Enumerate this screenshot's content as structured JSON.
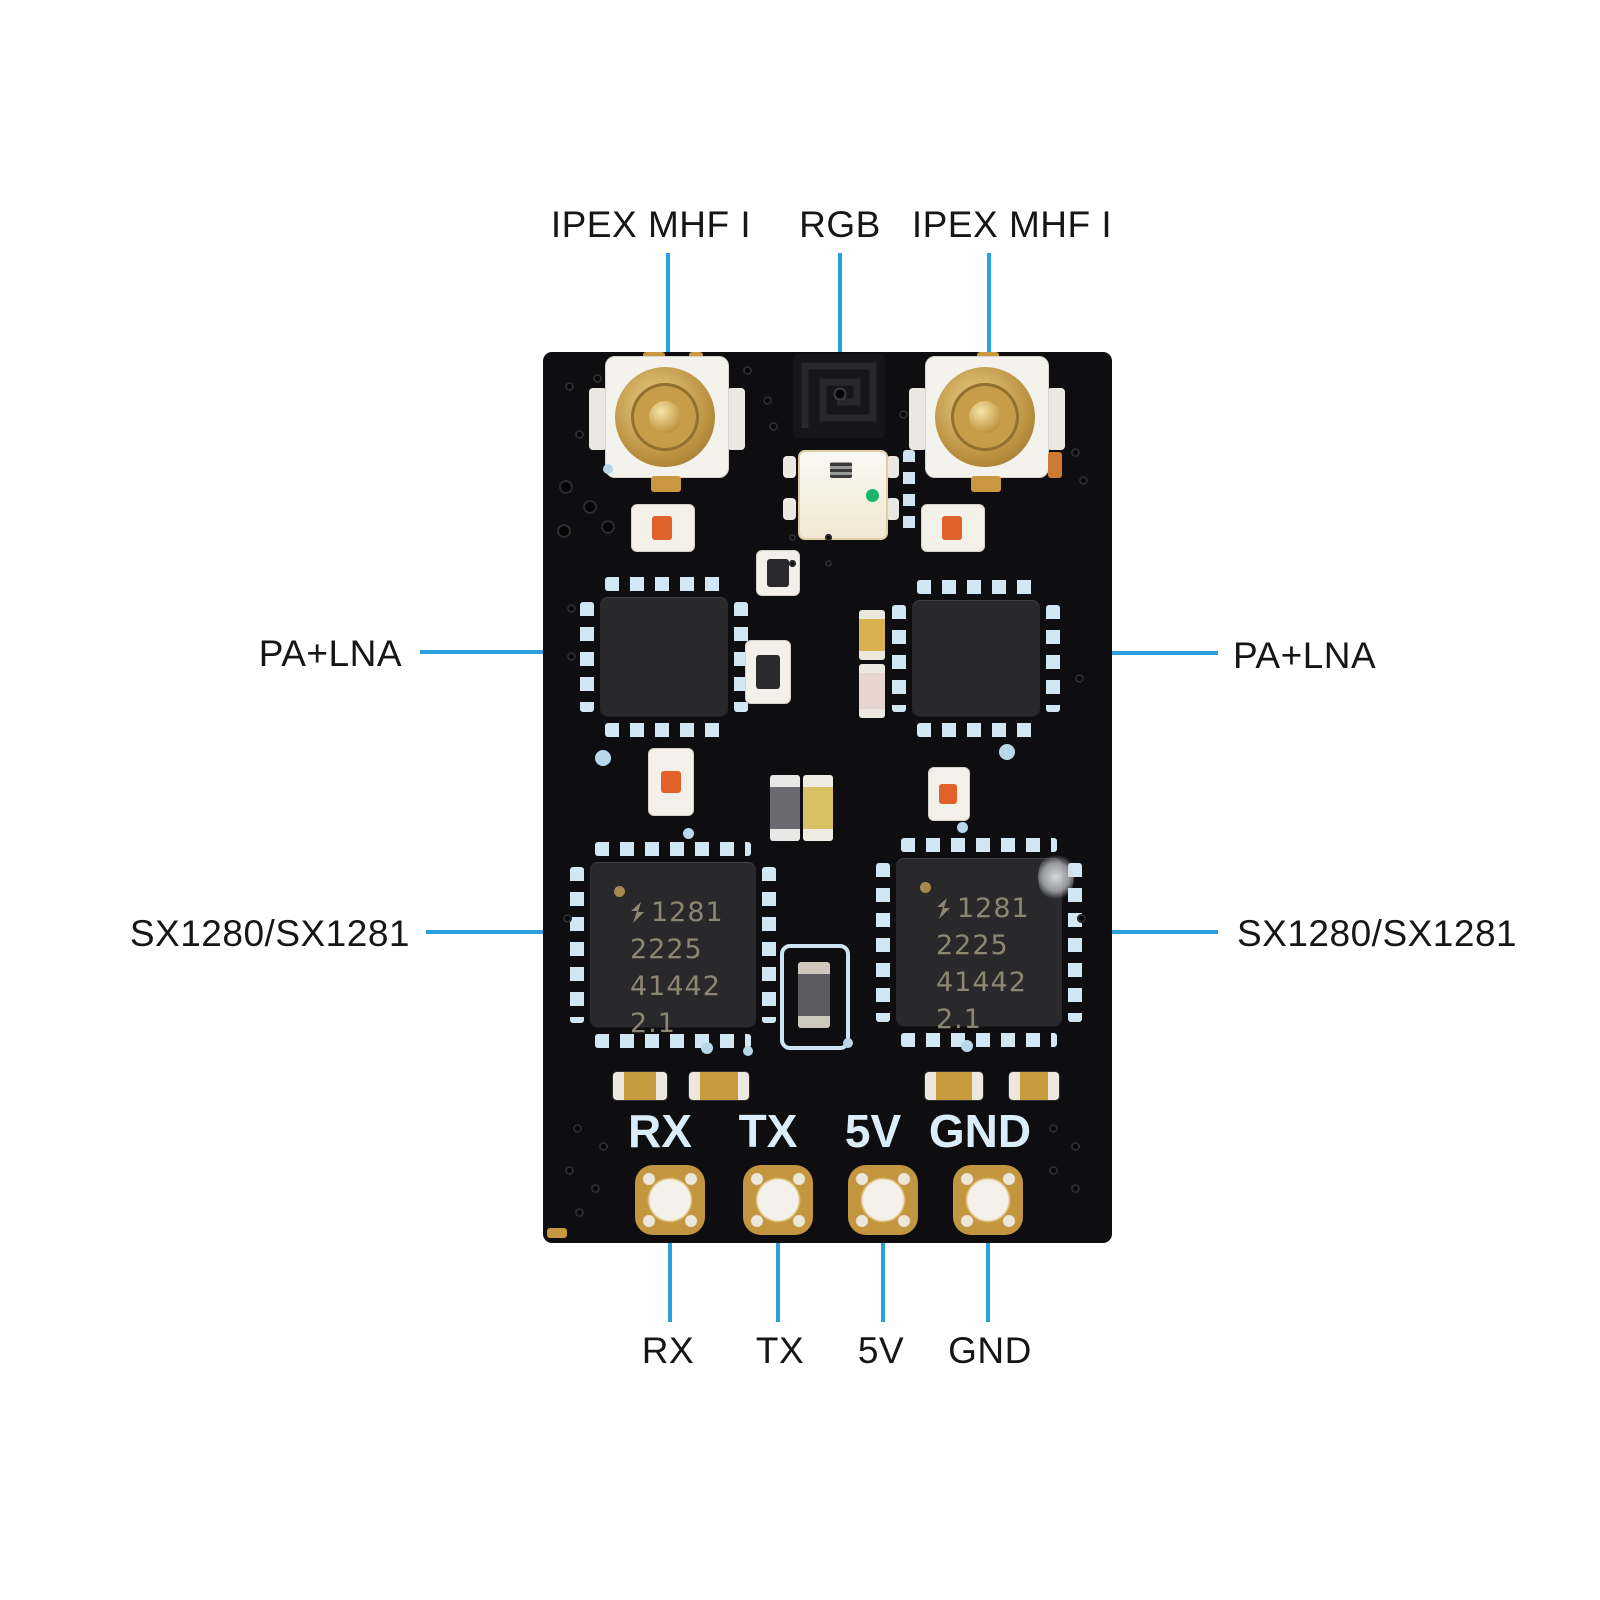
{
  "title": "Annotated diversity receiver PCB diagram",
  "colors": {
    "background": "#ffffff",
    "leader_line": "#2aa0dc",
    "label_text": "#161616",
    "board": "#0e0e11",
    "pad_gold": "#c2953e",
    "silkscreen": "#d9edfb",
    "rgb_led_green_dot": "#19b56b",
    "status_led_orange": "#e0622a"
  },
  "annotations": {
    "top": [
      {
        "label": "IPEX MHF I"
      },
      {
        "label": "RGB"
      },
      {
        "label": "IPEX MHF I"
      }
    ],
    "left": [
      {
        "label": "PA+LNA"
      },
      {
        "label": "SX1280/SX1281"
      }
    ],
    "right": [
      {
        "label": "PA+LNA"
      },
      {
        "label": "SX1280/SX1281"
      }
    ],
    "bottom": [
      {
        "label": "RX"
      },
      {
        "label": "TX"
      },
      {
        "label": "5V"
      },
      {
        "label": "GND"
      }
    ]
  },
  "board": {
    "silkscreen_pins": [
      "RX",
      "TX",
      "5V",
      "GND"
    ],
    "chip_marking": {
      "logo": "semtech-logo",
      "lines": [
        "1281",
        "2225",
        "41442",
        "2.1"
      ]
    }
  }
}
